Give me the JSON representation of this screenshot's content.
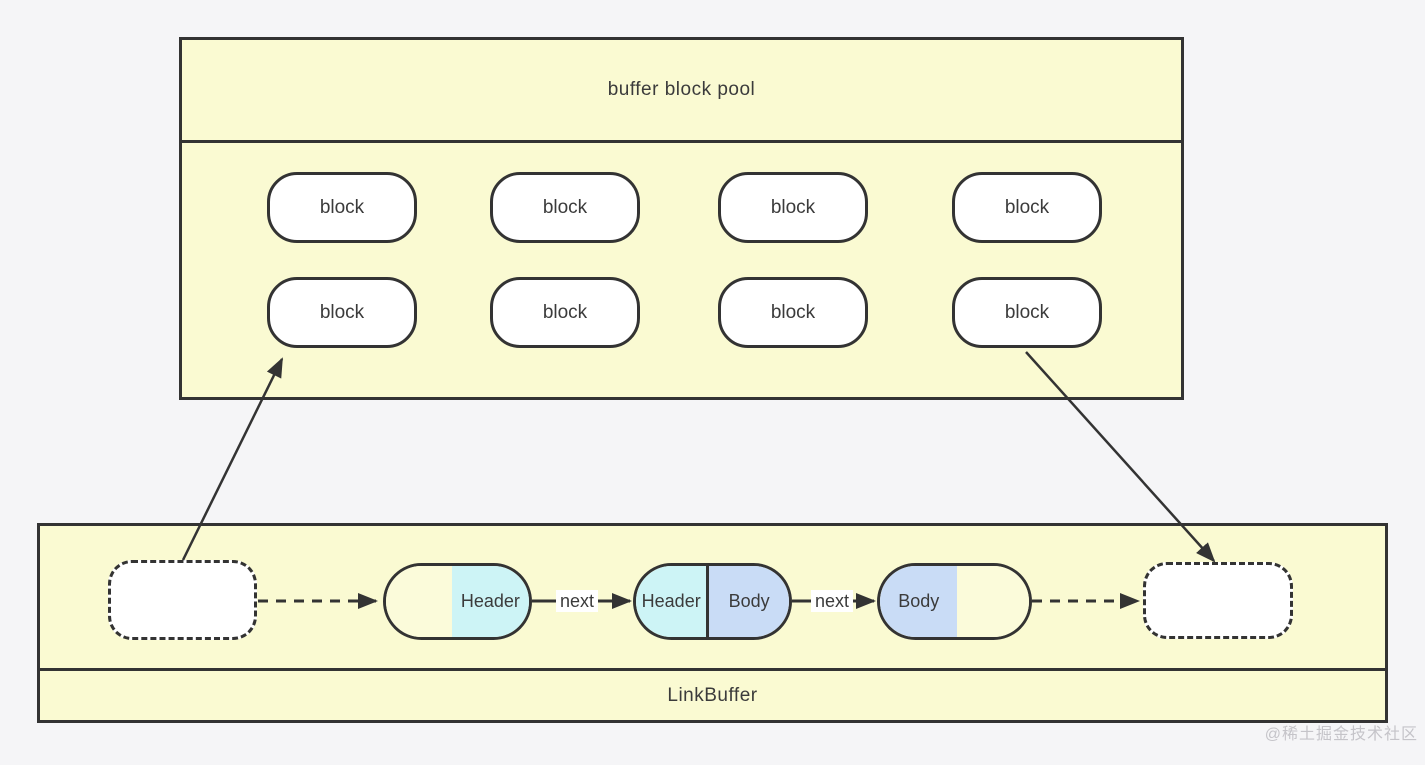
{
  "diagram": {
    "pool": {
      "title": "buffer block pool",
      "blocks": [
        "block",
        "block",
        "block",
        "block",
        "block",
        "block",
        "block",
        "block"
      ]
    },
    "linkbuffer": {
      "title": "LinkBuffer",
      "nodes": [
        {
          "name": "placeholder-left",
          "style": "dashed-empty"
        },
        {
          "name": "header-node",
          "segments": [
            {
              "fill": "yellow",
              "label": ""
            },
            {
              "fill": "cyan",
              "label": "Header"
            }
          ]
        },
        {
          "name": "header-body-node",
          "divider": true,
          "segments": [
            {
              "fill": "cyan",
              "label": "Header"
            },
            {
              "fill": "blue",
              "label": "Body"
            }
          ]
        },
        {
          "name": "body-node",
          "segments": [
            {
              "fill": "blue",
              "label": "Body"
            },
            {
              "fill": "yellow",
              "label": ""
            }
          ]
        },
        {
          "name": "placeholder-right",
          "style": "dashed-empty"
        }
      ],
      "edge_labels": [
        "next",
        "next"
      ]
    },
    "colors": {
      "pool_fill": "#FAFAD2",
      "block_fill": "#FFFFFF",
      "header_fill": "#CDF4F6",
      "body_fill": "#C9DCF6",
      "pill_yellow_fill": "#FBFBDA",
      "line": "#333333",
      "page_bg": "#F5F5F7"
    },
    "watermark": "@稀土掘金技术社区"
  }
}
